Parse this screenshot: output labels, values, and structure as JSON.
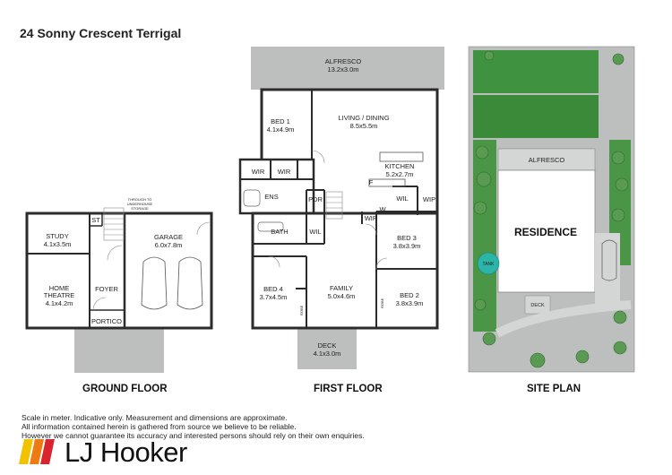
{
  "header": {
    "title": "24 Sonny Crescent Terrigal"
  },
  "floors": {
    "ground": "GROUND FLOOR",
    "first": "FIRST FLOOR",
    "site": "SITE PLAN"
  },
  "ground_rooms": {
    "study_name": "STUDY",
    "study_dim": "4.1x3.5m",
    "theatre_name1": "HOME",
    "theatre_name2": "THEATRE",
    "theatre_dim": "4.1x4.2m",
    "foyer": "FOYER",
    "st": "ST",
    "portico": "PORTICO",
    "garage_name": "GARAGE",
    "garage_dim": "6.0x7.8m",
    "storage1": "THROUGH TO",
    "storage2": "UNDERHOUSE",
    "storage3": "STORAGE"
  },
  "first_rooms": {
    "alfresco_name": "ALFRESCO",
    "alfresco_dim": "13.2x3.0m",
    "bed1_name": "BED 1",
    "bed1_dim": "4.1x4.9m",
    "living_name": "LIVING / DINING",
    "living_dim": "8.5x5.5m",
    "kitchen_name": "KITCHEN",
    "kitchen_dim": "5.2x2.7m",
    "wir": "WIR",
    "ens": "ENS",
    "pdr": "PDR",
    "wil": "WIL",
    "wip": "WIP",
    "f": "F",
    "w": "W",
    "bath": "BATH",
    "bed3_name": "BED 3",
    "bed3_dim": "3.8x3.9m",
    "bed4_name": "BED 4",
    "bed4_dim": "3.7x4.5m",
    "family_name": "FAMILY",
    "family_dim": "5.0x4.6m",
    "bed2_name": "BED 2",
    "bed2_dim": "3.8x3.9m",
    "robe": "ROBE",
    "deck_name": "DECK",
    "deck_dim": "4.1x3.0m"
  },
  "site": {
    "alfresco": "ALFRESCO",
    "residence": "RESIDENCE",
    "tank": "TANK",
    "deck": "DECK"
  },
  "disclaimer": [
    "Scale in meter. Indicative only. Measurement and dimensions are approximate.",
    "All information contained herein is gathered from source we believe to be reliable.",
    "However we cannot guarantee its accuracy and interested persons should rely on their own enquiries."
  ],
  "logo": {
    "text": "LJ Hooker"
  },
  "colors": {
    "wall": "#2b2b2b",
    "outdoor": "#bcbfbd",
    "lawn": "#3a8a3a",
    "tree": "#5a9a52",
    "tank": "#2bb5a8",
    "logo_yellow": "#f2c200",
    "logo_orange": "#ee7a12",
    "logo_red": "#d9232e"
  }
}
